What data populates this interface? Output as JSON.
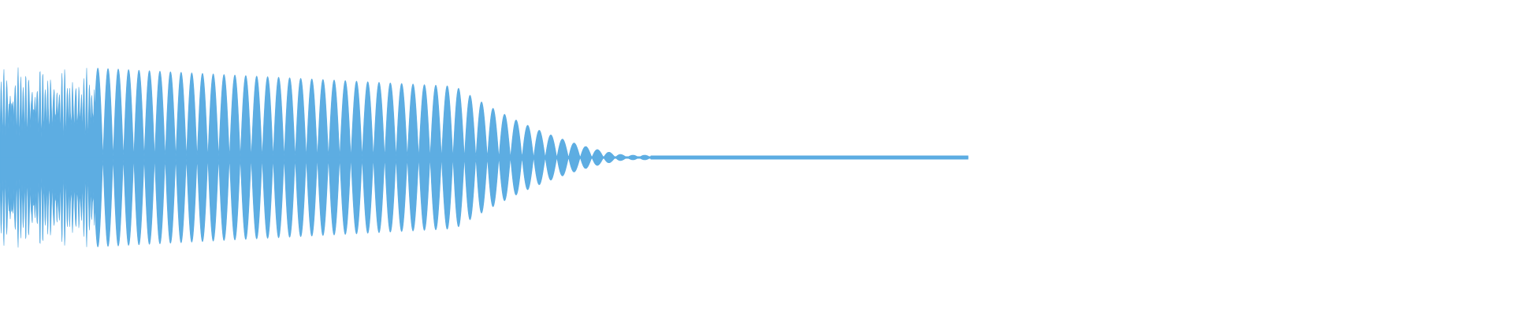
{
  "waveform": {
    "color": "#5dade2",
    "background": "#ffffff",
    "description_visible_text": "",
    "signal": {
      "kind": "decaying-oscillation",
      "normalized_peak_amplitude_start": 0.6,
      "normalized_peak_amplitude_mid": 0.45,
      "decay_to_silence_fraction_of_width": 0.43,
      "tail_end_fraction_of_width": 0.64,
      "cycles_visible": 60
    }
  }
}
